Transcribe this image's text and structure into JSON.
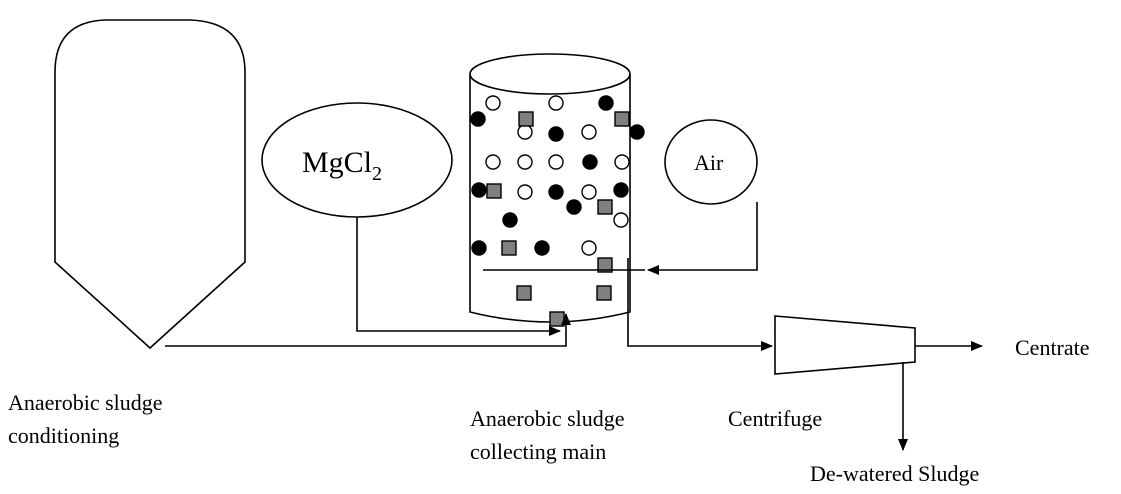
{
  "labels": {
    "digester": [
      "Anaerobic sludge",
      "conditioning"
    ],
    "collecting_main": [
      "Anaerobic sludge",
      "collecting main"
    ],
    "mgcl2_base": "MgCl",
    "mgcl2_subscript": "2",
    "air": "Air",
    "centrifuge": "Centrifuge",
    "centrate": "Centrate",
    "dewatered": "De-watered Sludge"
  },
  "colors": {
    "stroke": "#000000",
    "filled_circle": "#000000",
    "open_circle": "#ffffff",
    "square": "#808080"
  },
  "particle_legend": [
    "filled-circle",
    "open-circle",
    "gray-square"
  ]
}
